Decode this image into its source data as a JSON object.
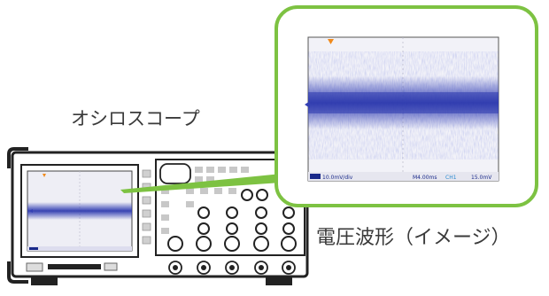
{
  "labels": {
    "device": "オシロスコープ",
    "waveform": "電圧波形（イメージ）"
  },
  "scope_readout": {
    "scale": "10.0mV/div",
    "timebase": "M4.00ms",
    "channel": "CH1",
    "trigger": "15.0mV"
  },
  "colors": {
    "callout_border": "#7dc242",
    "waveform": "#3440b4",
    "grid": "#b8b8c8",
    "status_bar": "#1a2a8a"
  },
  "icons": {
    "trigger_marker": "orange-triangle",
    "ground_marker": "blue-arrow"
  }
}
